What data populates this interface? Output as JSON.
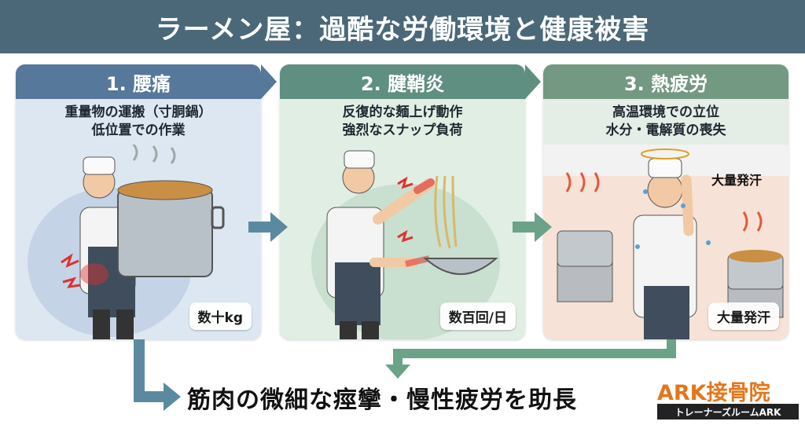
{
  "title": "ラーメン屋：過酷な労働環境と健康被害",
  "panels": [
    {
      "heading": "1. 腰痛",
      "lines": [
        "重量物の運搬（寸胴鍋）",
        "低位置での作業"
      ],
      "badge": "数十kg"
    },
    {
      "heading": "2. 腱鞘炎",
      "lines": [
        "反復的な麺上げ動作",
        "強烈なスナップ負荷"
      ],
      "badge": "数百回/日"
    },
    {
      "heading": "3. 熱疲労",
      "lines": [
        "高温環境での立位",
        "水分・電解質の喪失"
      ],
      "badge": "大量発汗",
      "float_label": "大量発汗"
    }
  ],
  "conclusion": "筋肉の微細な痙攣・慢性疲労を助長",
  "logo": {
    "main": "ARK接骨院",
    "sub": "トレーナーズルームARK"
  },
  "colors": {
    "title_bar": "#4a6878",
    "panel1": "#56789a",
    "panel2": "#5f8f80",
    "panel3": "#739982",
    "arrow": "#5b8aa0",
    "arrow_green": "#6aa387",
    "logo": "#e4761a",
    "pain": "#e03030"
  }
}
